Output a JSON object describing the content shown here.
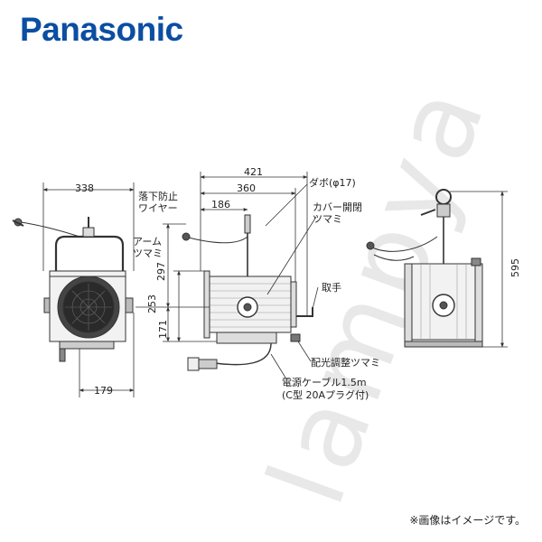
{
  "brand": {
    "name": "Panasonic",
    "color": "#0b4ea2"
  },
  "watermark": "lampya",
  "note": "※画像はイメージです。",
  "dimensions": {
    "front_width": "338",
    "front_base": "179",
    "side_total": "421",
    "side_mid": "360",
    "side_short": "186",
    "height_297": "297",
    "height_253": "253",
    "height_171": "171",
    "rear_height": "595"
  },
  "labels": {
    "safety_wire": "落下防止\nワイヤー",
    "arm_knob": "アーム\nツマミ",
    "dowel": "ダボ(φ17)",
    "cover_knob": "カバー開閉\nツマミ",
    "handle": "取手",
    "light_knob": "配光調整ツマミ",
    "cable_line1": "電源ケーブル1.5m",
    "cable_line2": "(C型 20Aプラグ付)"
  },
  "icons": [
    "lamp-front-view-icon",
    "lamp-side-view-icon",
    "lamp-rear-view-icon"
  ]
}
